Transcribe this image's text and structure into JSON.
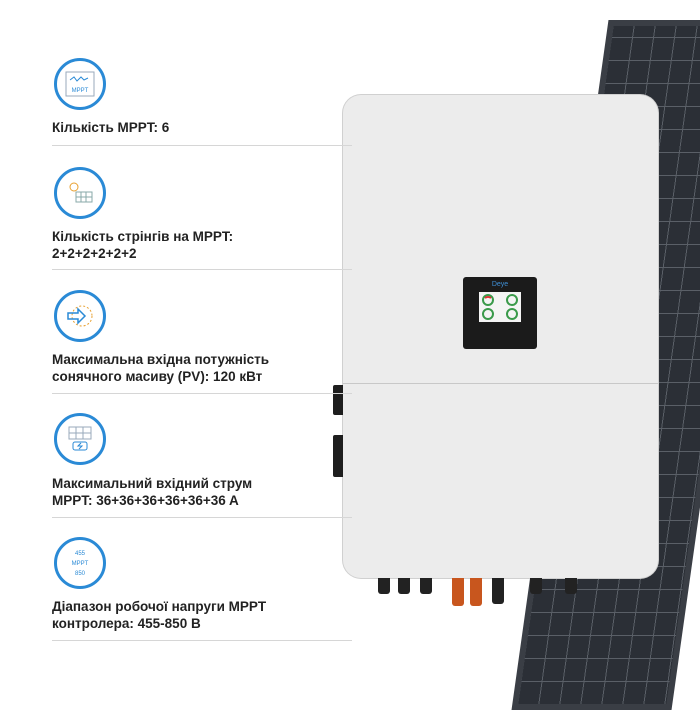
{
  "product": {
    "brand": "Deye"
  },
  "specs": [
    {
      "icon": "mppt-monitor-icon",
      "label": "Кількість MPPT: 6"
    },
    {
      "icon": "bulb-solar-panel-icon",
      "label": "Кількість стрінгів на MPPT:\n2+2+2+2+2+2"
    },
    {
      "icon": "arrow-gear-icon",
      "label": "Максимальна вхідна потужність\nсонячного масиву (PV): 120 кВт"
    },
    {
      "icon": "solar-panel-battery-icon",
      "label": "Максимальний вхідний струм\nMPPT: 36+36+36+36+36+36 A"
    },
    {
      "icon": "voltage-range-icon",
      "label": "Діапазон робочої напруги MPPT\nконтролера: 455-850 В",
      "icon_text": [
        "455",
        "MPPT",
        "850"
      ]
    }
  ],
  "icon_texts": {
    "mppt": "MPPT"
  },
  "colors": {
    "accent": "#2a8ad6",
    "text": "#222222"
  }
}
